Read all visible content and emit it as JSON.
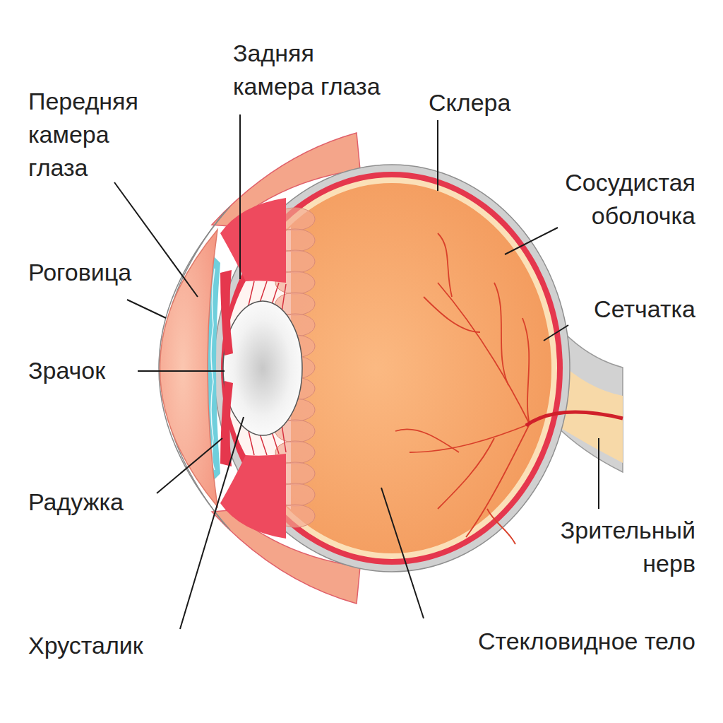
{
  "diagram": {
    "labels": [
      "Передняя камера глаза",
      "Задняя камера глаза",
      "Склера",
      "Сосудистая оболочка",
      "Роговица",
      "Сетчатка",
      "Зрачок",
      "Радужка",
      "Зрительный нерв",
      "Хрусталик",
      "Стекловидное тело"
    ]
  }
}
